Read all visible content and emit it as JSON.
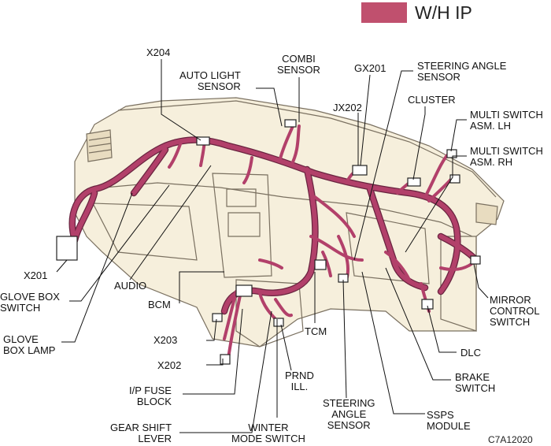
{
  "legend": {
    "label": "W/H IP",
    "color": "#c0506e"
  },
  "figure_code": "C7A12020",
  "colors": {
    "harness": "#b2406a",
    "harness_edge": "#6a2440",
    "body_fill": "#f6efdc",
    "body_line": "#7a7060",
    "leader": "#111111"
  },
  "labels": {
    "x204": "X204",
    "auto_light_sensor": "AUTO LIGHT\nSENSOR",
    "combi_sensor": "COMBI\nSENSOR",
    "gx201": "GX201",
    "steering_angle_sensor_top": "STEERING ANGLE\nSENSOR",
    "jx202": "JX202",
    "cluster": "CLUSTER",
    "multi_switch_lh": "MULTI SWITCH\nASM. LH",
    "multi_switch_rh": "MULTI SWITCH\nASM. RH",
    "x201": "X201",
    "glove_box_switch": "GLOVE BOX\nSWITCH",
    "audio": "AUDIO",
    "bcm": "BCM",
    "glove_box_lamp": "GLOVE\nBOX LAMP",
    "x203": "X203",
    "x202": "X202",
    "ip_fuse_block": "I/P FUSE\nBLOCK",
    "gear_shift_lever": "GEAR SHIFT\nLEVER",
    "winter_mode_switch": "WINTER\nMODE SWITCH",
    "prnd_ill": "PRND\nILL.",
    "tcm": "TCM",
    "steering_angle_sensor_bottom": "STEERING\nANGLE\nSENSOR",
    "ssps_module": "SSPS\nMODULE",
    "brake_switch": "BRAKE\nSWITCH",
    "dlc": "DLC",
    "mirror_control_switch": "MIRROR\nCONTROL\nSWITCH"
  }
}
